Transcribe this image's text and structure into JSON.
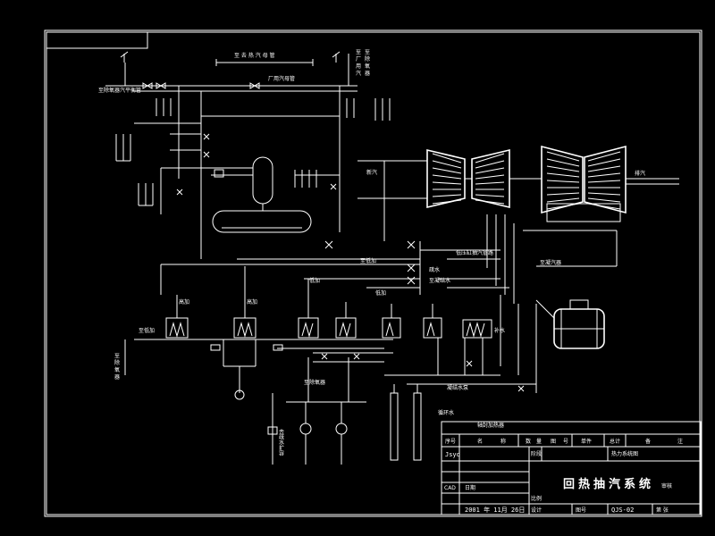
{
  "diagram": {
    "labels": {
      "deaerator_header": "至 去 热 汽 母 管",
      "left_inlet": "至除氧器汽平衡管",
      "top_mid": "厂用汽母管",
      "top_right_v": "至 厂 用 汽",
      "top_right_v2": "至 除 氧 器",
      "turbine_left": "新汽",
      "pipe_label_1": "低压缸抽汽管路",
      "pipe_label_2": "至凝汽器",
      "h1": "高加",
      "h2": "高加",
      "h3": "低加",
      "h4": "低加",
      "lbl_a": "至低加",
      "lbl_b": "疏水",
      "lbl_c": "至凝结水",
      "lbl_d": "补水",
      "lbl_e": "凝结水泵",
      "lbl_f": "循环水",
      "lbl_g": "至 除 氧 器",
      "lbl_h": "去疏水扩容",
      "lbl_i": "轴封加热器",
      "lbl_j": "至低加",
      "lbl_k": "排汽",
      "lbl_l": "至除氧器"
    },
    "title_block": {
      "col_headers": [
        "序号",
        "名",
        "称",
        "数",
        "量",
        "图",
        "号",
        "单件",
        "总计",
        "备",
        "注"
      ],
      "company": "Jsyo",
      "title": "回热抽汽系统",
      "cad_label": "CAD",
      "cad_value": "日期",
      "date": "2001 年 11月 26日",
      "cell_a": "设计",
      "cell_b": "审核",
      "drawing_no_label": "图号",
      "drawing_no": "QJS-02",
      "scale_label": "比例",
      "sheet": "第 张",
      "stage_label": "阶段",
      "sys_label": "热力系统图"
    }
  }
}
